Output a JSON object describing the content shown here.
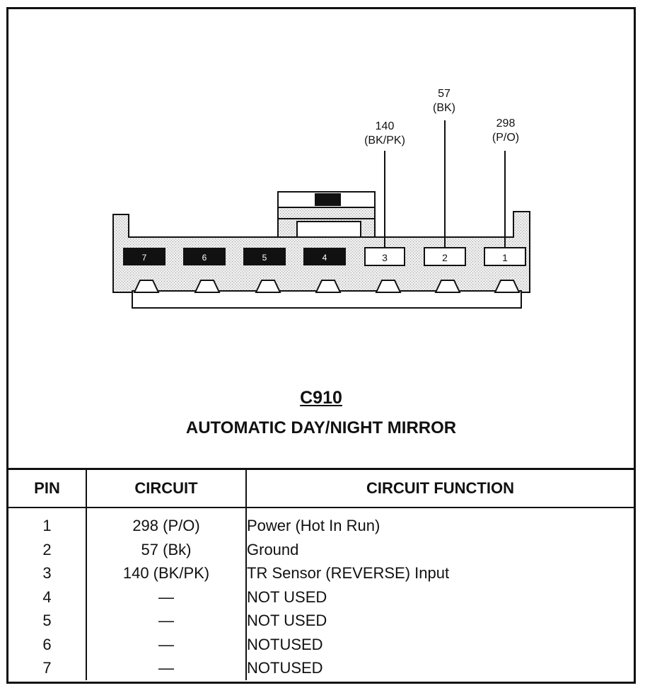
{
  "connector": {
    "id": "C910",
    "name": "AUTOMATIC DAY/NIGHT MIRROR",
    "wires": [
      {
        "circuit": "140",
        "color": "(BK/PK)",
        "pin": 3
      },
      {
        "circuit": "57",
        "color": "(BK)",
        "pin": 2
      },
      {
        "circuit": "298",
        "color": "(P/O)",
        "pin": 1
      }
    ],
    "cavities": [
      {
        "label": "7",
        "used": false
      },
      {
        "label": "6",
        "used": false
      },
      {
        "label": "5",
        "used": false
      },
      {
        "label": "4",
        "used": false
      },
      {
        "label": "3",
        "used": true
      },
      {
        "label": "2",
        "used": true
      },
      {
        "label": "1",
        "used": true
      }
    ]
  },
  "table": {
    "headers": {
      "pin": "PIN",
      "circuit": "CIRCUIT",
      "function": "CIRCUIT FUNCTION"
    },
    "rows": [
      {
        "pin": "1",
        "circuit": "298 (P/O)",
        "function": "Power (Hot In Run)"
      },
      {
        "pin": "2",
        "circuit": "57 (Bk)",
        "function": "Ground"
      },
      {
        "pin": "3",
        "circuit": "140 (BK/PK)",
        "function": "TR Sensor (REVERSE) Input"
      },
      {
        "pin": "4",
        "circuit": "—",
        "function": "NOT USED"
      },
      {
        "pin": "5",
        "circuit": "—",
        "function": "NOT USED"
      },
      {
        "pin": "6",
        "circuit": "—",
        "function": "NOTUSED"
      },
      {
        "pin": "7",
        "circuit": "—",
        "function": "NOTUSED"
      }
    ]
  },
  "colors": {
    "ink": "#111111",
    "shade": "#e4e4e4",
    "paper": "#ffffff"
  }
}
